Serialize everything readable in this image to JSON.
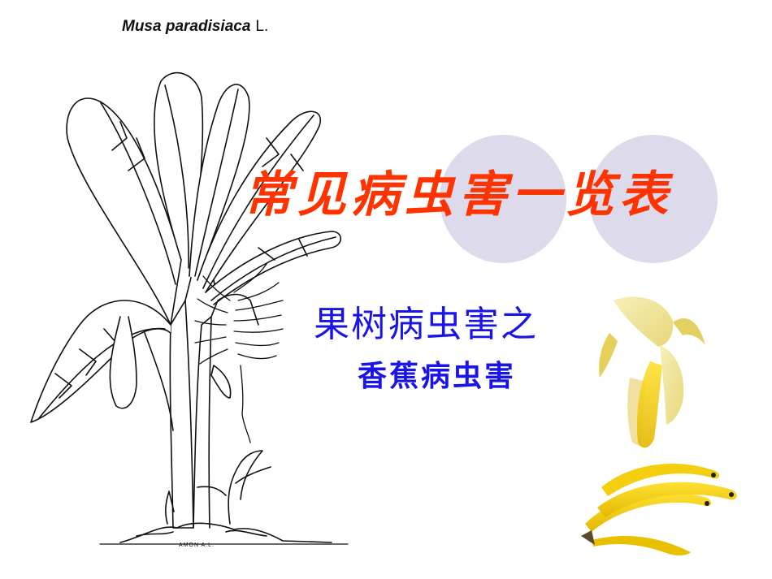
{
  "slide": {
    "species_caption": {
      "binomial": "Musa paradisiaca",
      "author": "L."
    },
    "illustration": {
      "subject": "banana-plant-line-drawing",
      "artist_signature": "AMON A.L."
    },
    "title": "常见病虫害一览表",
    "subtitle_line1": "果树病虫害之",
    "subtitle_line2": "香蕉病虫害",
    "photo": {
      "subject": "peeled-banana-and-banana-bunch"
    },
    "colors": {
      "title": "#ff3300",
      "subtitle": "#1a14e6",
      "circle_fill": "#dcdaeb",
      "background": "#ffffff"
    }
  }
}
